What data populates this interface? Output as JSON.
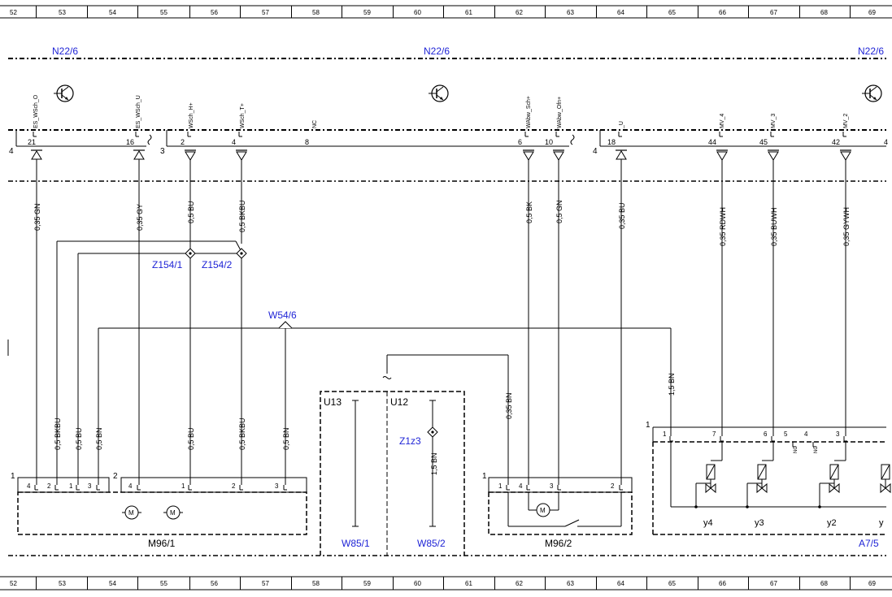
{
  "ruler": {
    "numbers": [
      "52",
      "53",
      "54",
      "55",
      "56",
      "57",
      "58",
      "59",
      "60",
      "61",
      "62",
      "63",
      "64",
      "65",
      "66",
      "67",
      "68",
      "69"
    ]
  },
  "control_units": {
    "left": "N22/6",
    "middle": "N22/6",
    "right": "N22/6"
  },
  "connectors": {
    "c1_number": "4",
    "c2_number": "3",
    "c3_number": "4"
  },
  "pins": [
    {
      "id": "p21",
      "signal": "ES_WSch_O",
      "pin": "21",
      "wire": "0,35 GN"
    },
    {
      "id": "p16",
      "signal": "ES_WSch_U",
      "pin": "16",
      "wire": "0,35 GY"
    },
    {
      "id": "p2",
      "signal": "WSch_H+",
      "pin": "2",
      "wire": "0,5 BU"
    },
    {
      "id": "p4",
      "signal": "WSch_T+",
      "pin": "4",
      "wire": "0,5 BKBU"
    },
    {
      "id": "p8",
      "signal": "NC",
      "pin": "8",
      "wire": ""
    },
    {
      "id": "p6",
      "signal": "WAbw_Sch+",
      "pin": "6",
      "wire": "0,5 BK"
    },
    {
      "id": "p10",
      "signal": "WAbw_Ofn+",
      "pin": "10",
      "wire": "0,5 GN"
    },
    {
      "id": "p18",
      "signal": "_U",
      "pin": "18",
      "wire": "0,35 BU"
    },
    {
      "id": "p44",
      "signal": "MV_4",
      "pin": "44",
      "wire": "0,35 RDWH"
    },
    {
      "id": "p45",
      "signal": "MV_3",
      "pin": "45",
      "wire": "0,35 BUWH"
    },
    {
      "id": "p42",
      "signal": "MV_2",
      "pin": "42",
      "wire": "0,35 GYWH"
    }
  ],
  "splices": {
    "z154_1": "Z154/1",
    "z154_2": "Z154/2",
    "w54_6": "W54/6",
    "z1z3": "Z1z3"
  },
  "lower_wires": {
    "m1_pin4_wire": "0,5 BKBU",
    "m1_pin1_wire": "0,5 BU",
    "m1_pin3_wire": "0,5 BN",
    "m2_pin1_wire": "0,5 BU",
    "m2_pin2_wire": "0,5 BKBU",
    "m2_pin3_wire": "0,5 BN",
    "w85_2_wire": "1,5 BN",
    "m96_2_wire": "0,35 BN",
    "a7_5_wire": "1,5 BN"
  },
  "components": {
    "m96_1": {
      "label": "M96/1",
      "conn1": "1",
      "conn2": "2",
      "conn1_pins": [
        "4",
        "2",
        "1",
        "3"
      ],
      "conn2_pins": [
        "4",
        "1",
        "2",
        "3"
      ],
      "motor_symbol": "M"
    },
    "ground": {
      "u13": "U13",
      "u12": "U12",
      "w85_1": "W85/1",
      "w85_2": "W85/2"
    },
    "m96_2": {
      "label": "M96/2",
      "conn": "1",
      "pins": [
        "1",
        "4",
        "3",
        "2"
      ],
      "motor_symbol": "M"
    },
    "a7_5": {
      "label": "A7/5",
      "conn": "1",
      "pins": [
        "1",
        "7",
        "6",
        "5",
        "4",
        "3"
      ],
      "nc": "NC",
      "valves": [
        "y4",
        "y3",
        "y2",
        "y"
      ]
    }
  }
}
